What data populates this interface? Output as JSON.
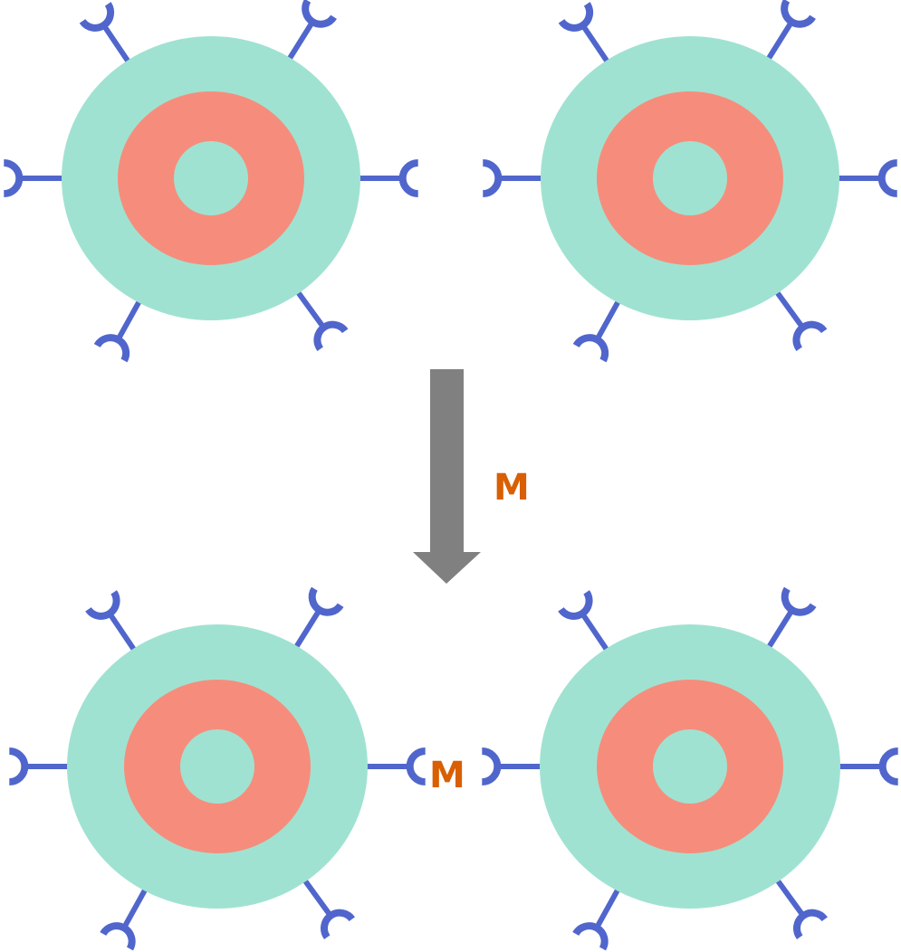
{
  "colors": {
    "outer": "#a0e2d1",
    "middle": "#f68d7c",
    "receptor": "#5066cc",
    "arrow": "#808080",
    "ligand": "#d95f02"
  },
  "labels": {
    "arrow_label": "M",
    "bound_ligand": "M"
  },
  "cells": [
    {
      "name": "cell-top-left",
      "state": "before"
    },
    {
      "name": "cell-top-right",
      "state": "before"
    },
    {
      "name": "cell-bottom-left",
      "state": "after"
    },
    {
      "name": "cell-bottom-right",
      "state": "after"
    }
  ]
}
